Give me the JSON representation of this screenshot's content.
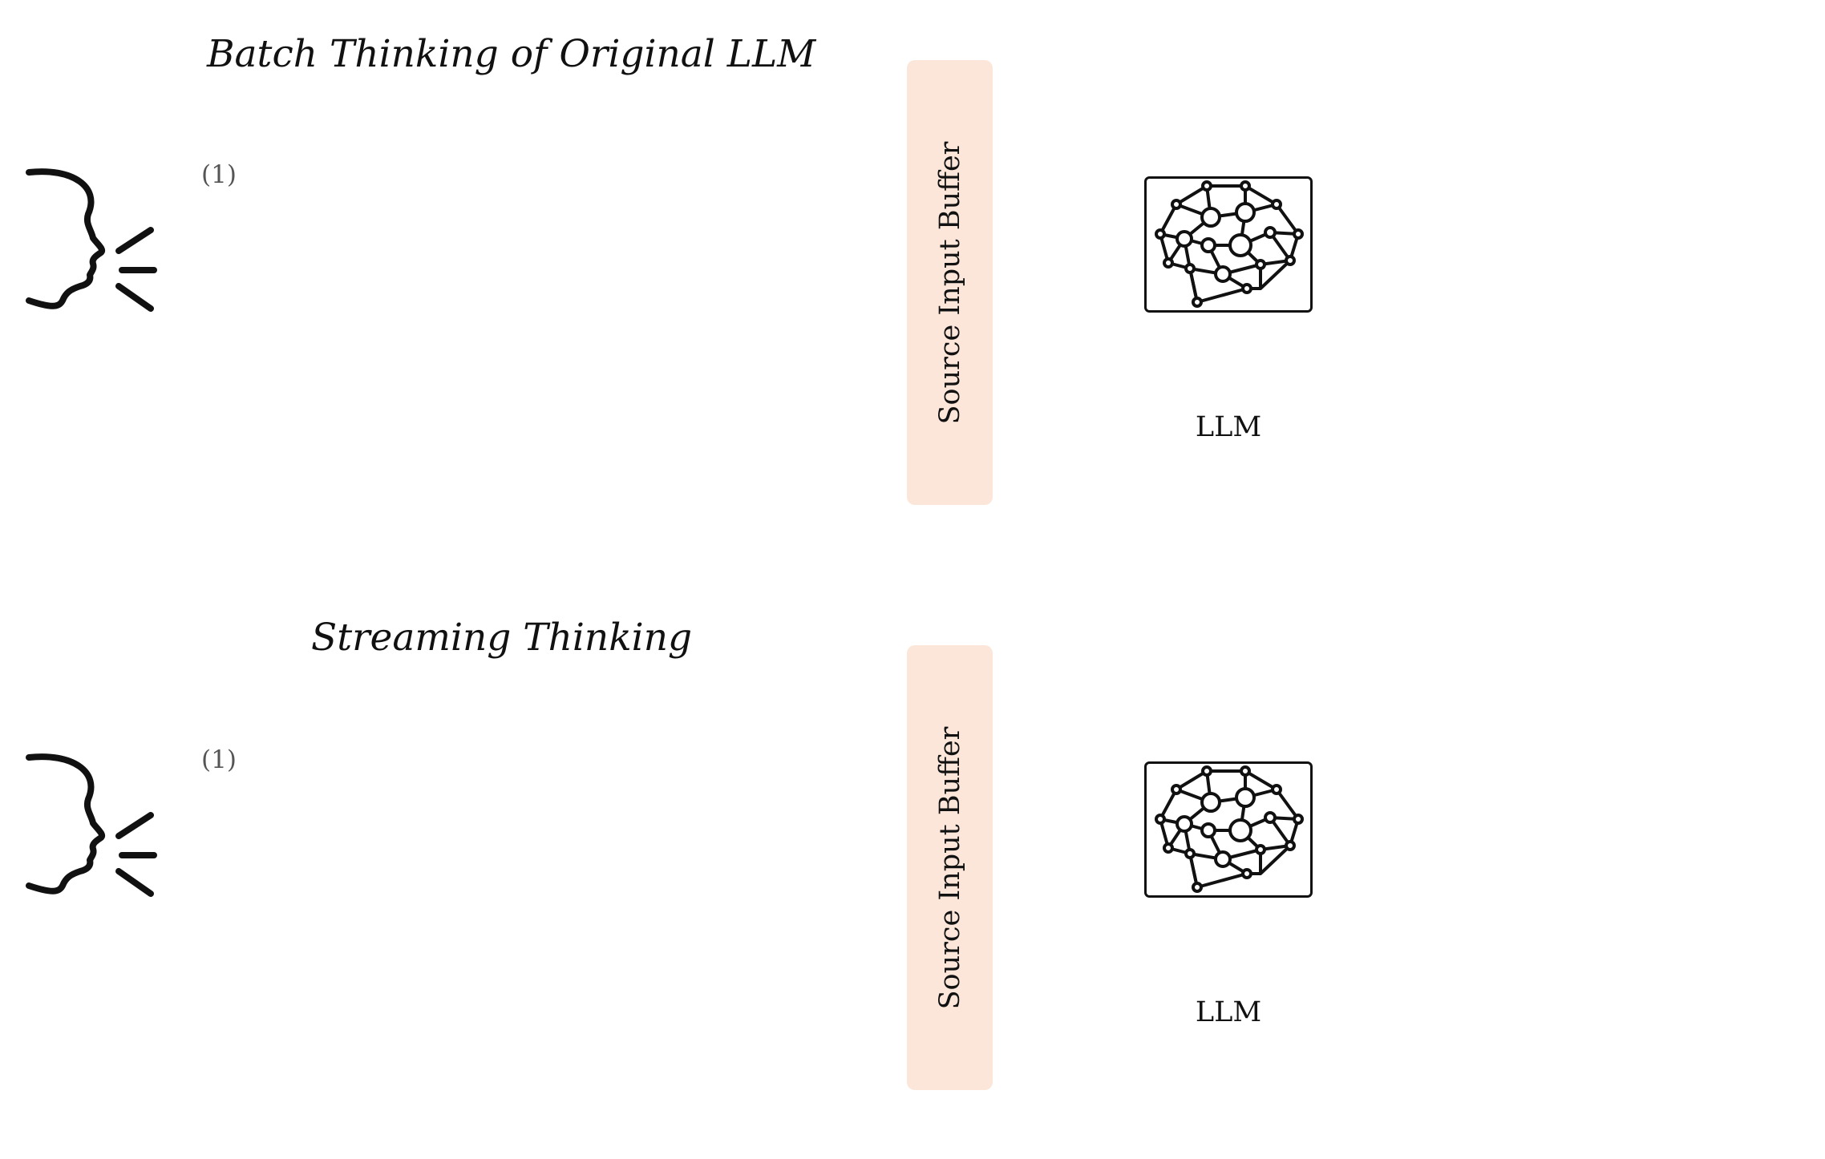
{
  "panels": [
    {
      "title": "Batch Thinking of Original LLM",
      "step": "(1)",
      "buffer_label": "Source Input Buffer",
      "model_label": "LLM",
      "icons": {
        "speaker": "speaking-head-icon",
        "model": "neural-brain-icon"
      }
    },
    {
      "title": "Streaming Thinking",
      "step": "(1)",
      "buffer_label": "Source Input Buffer",
      "model_label": "LLM",
      "icons": {
        "speaker": "speaking-head-icon",
        "model": "neural-brain-icon"
      }
    }
  ],
  "colors": {
    "buffer_fill": "#fce6da",
    "ink": "#111111",
    "step_text": "#555555"
  }
}
